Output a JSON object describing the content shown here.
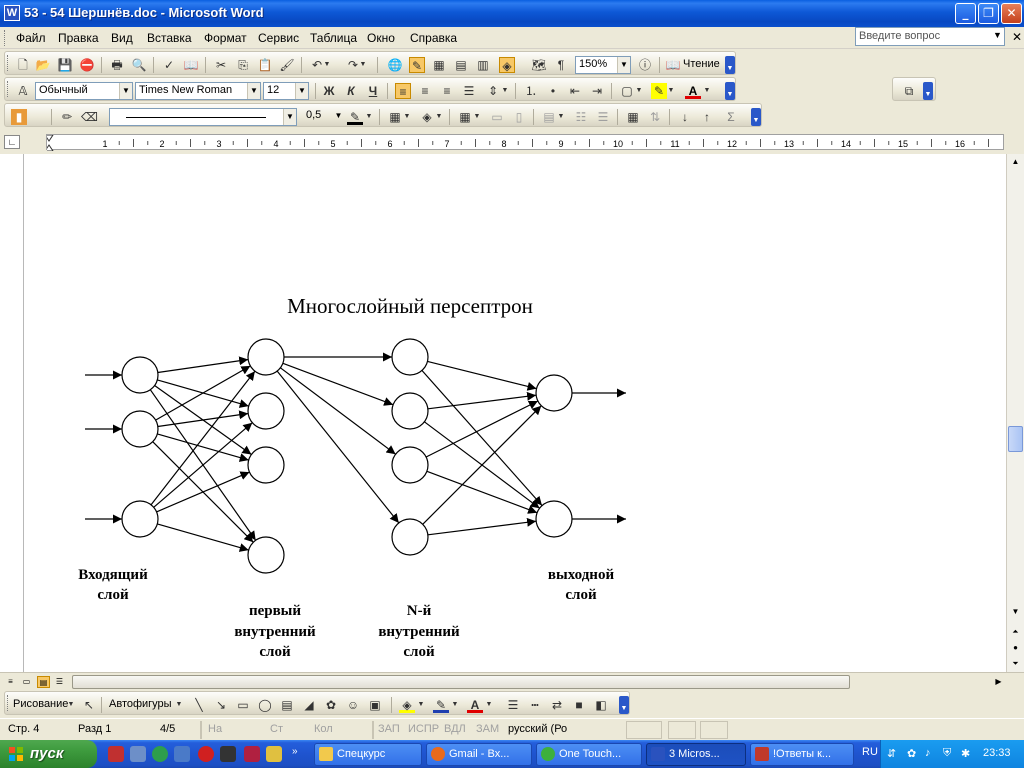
{
  "window": {
    "title": "53 - 54 Шершнёв.doc - Microsoft Word",
    "app_icon": "W"
  },
  "menu": {
    "items": [
      "Файл",
      "Правка",
      "Вид",
      "Вставка",
      "Формат",
      "Сервис",
      "Таблица",
      "Окно",
      "Справка"
    ],
    "ask_placeholder": "Введите вопрос"
  },
  "standard_toolbar": {
    "zoom": "150%",
    "reading_label": "Чтение"
  },
  "formatting_toolbar": {
    "style": "Обычный",
    "font": "Times New Roman",
    "size": "12",
    "bold": "Ж",
    "italic": "К",
    "underline": "Ч"
  },
  "tables_toolbar": {
    "line_weight": "0,5",
    "sum_glyph": "Σ"
  },
  "ruler": {
    "marks": [
      "1",
      "1",
      "2",
      "3",
      "4",
      "5",
      "6",
      "7",
      "8",
      "9",
      "10",
      "11",
      "12",
      "13",
      "14",
      "15",
      "16"
    ]
  },
  "document": {
    "diagram": {
      "title": "Многослойный персептрон",
      "labels": {
        "input": [
          "Входящий",
          "слой"
        ],
        "first_hidden": [
          "первый",
          "внутренний",
          "слой"
        ],
        "nth_hidden": [
          "N-й",
          "внутренний",
          "слой"
        ],
        "output": [
          "выходной",
          "слой"
        ]
      },
      "layers": {
        "input": 3,
        "first_hidden": 4,
        "nth_hidden": 4,
        "output": 2
      }
    }
  },
  "drawing_toolbar": {
    "draw_label": "Рисование",
    "autoshapes_label": "Автофигуры"
  },
  "status": {
    "page": "Стр.  4",
    "section": "Разд  1",
    "pages": "4/5",
    "at": "На",
    "line": "Ст",
    "col": "Кол",
    "rec": "ЗАП",
    "trk": "ИСПР",
    "ext": "ВДЛ",
    "ovr": "ЗАМ",
    "language": "русский (Ро"
  },
  "taskbar": {
    "start_label": "пуск",
    "tasks": [
      {
        "label": "Спецкурс",
        "color": "#f2c94c"
      },
      {
        "label": "Gmail - Вх...",
        "color": "#e86a1c"
      },
      {
        "label": "One Touch...",
        "color": "#3db03d"
      },
      {
        "label": "3 Micros...",
        "color": "#2a52be"
      },
      {
        "label": "!Ответы к...",
        "color": "#c0392b"
      }
    ],
    "language": "RU",
    "clock": "23:33"
  }
}
